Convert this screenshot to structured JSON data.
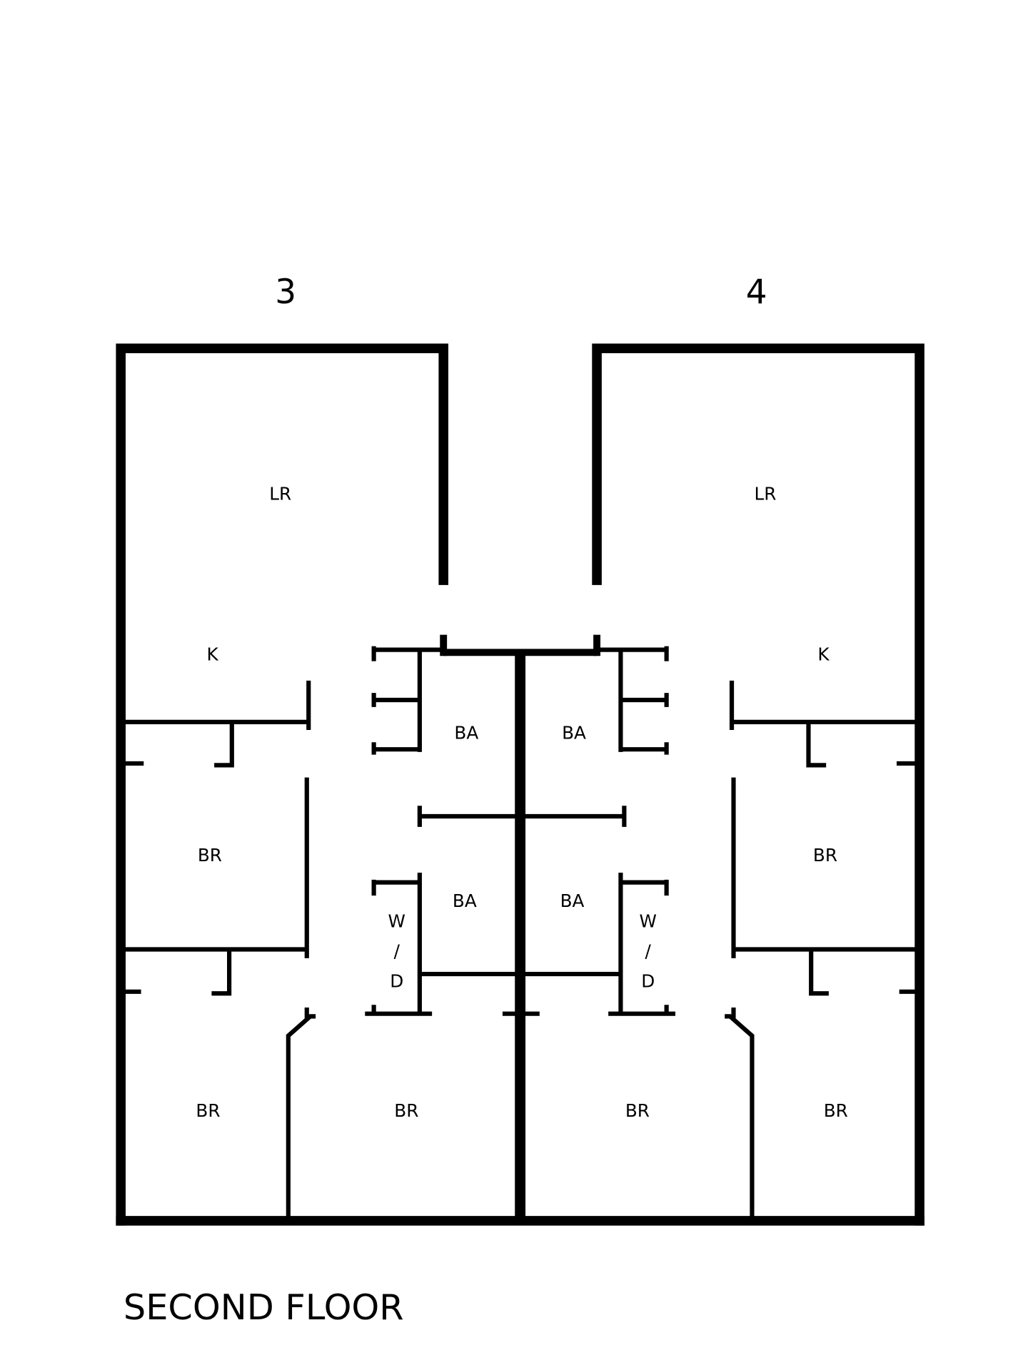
{
  "title": "SECOND FLOOR",
  "units": [
    {
      "number": "3",
      "rooms": {
        "lr": "LR",
        "k": "K",
        "ba_upper": "BA",
        "ba_lower": "BA",
        "br_middle": "BR",
        "br_lower_left": "BR",
        "br_lower_right": "BR",
        "wd": [
          "W",
          "/",
          "D"
        ]
      }
    },
    {
      "number": "4",
      "rooms": {
        "lr": "LR",
        "k": "K",
        "ba_upper": "BA",
        "ba_lower": "BA",
        "br_middle": "BR",
        "br_lower_left": "BR",
        "br_lower_right": "BR",
        "wd": [
          "W",
          "/",
          "D"
        ]
      }
    }
  ]
}
